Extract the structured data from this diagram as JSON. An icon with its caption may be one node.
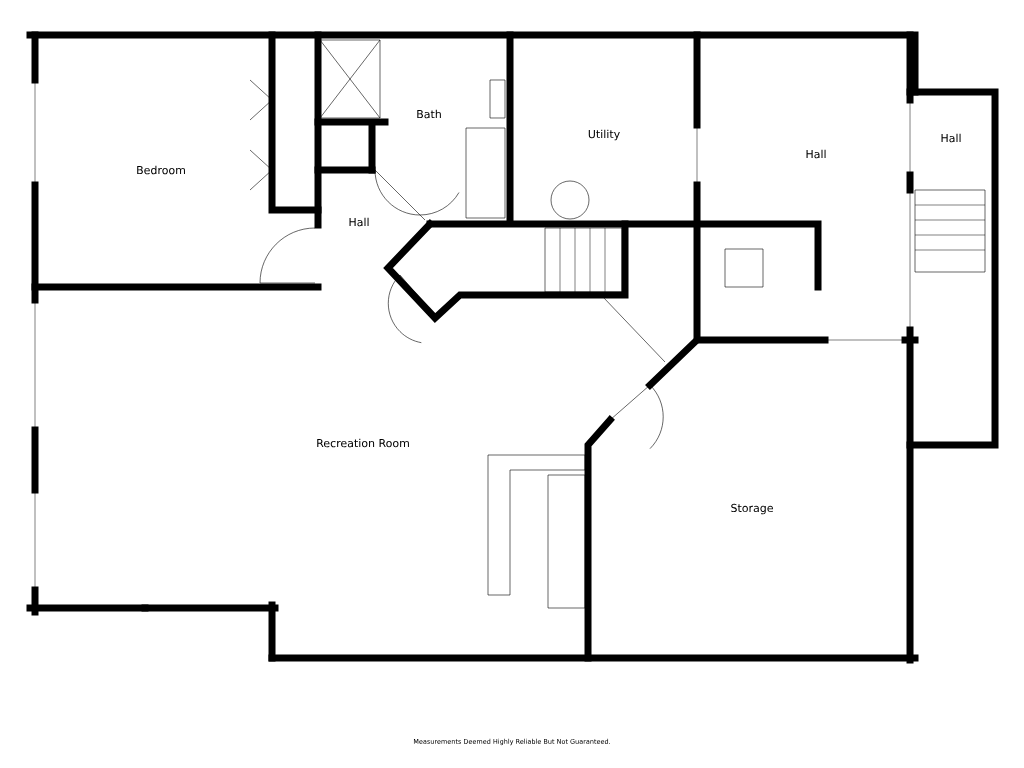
{
  "diagram": {
    "labels": [
      "Bath",
      "Utility",
      "Hall",
      "Hall",
      "Bedroom",
      "Hall",
      "Recreation Room",
      "Storage",
      "Measurements Deemed Highly Reliable But Not Guaranteed."
    ]
  }
}
